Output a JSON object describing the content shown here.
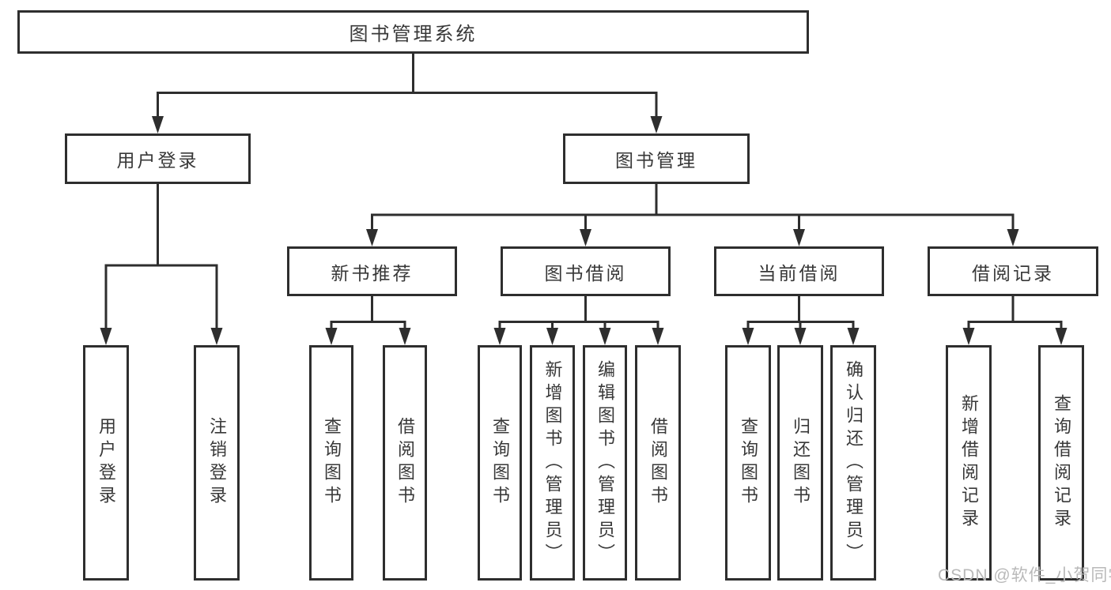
{
  "colors": {
    "line": "#2e2e2e",
    "text": "#383838",
    "background": "#ffffff",
    "watermark": "#b9b9b9"
  },
  "watermark": "CSDN @软件_小贺同学",
  "tree": {
    "root": {
      "label": "图书管理系统",
      "children": [
        {
          "label": "用户登录",
          "children": [
            {
              "label": "用户登录"
            },
            {
              "label": "注销登录"
            }
          ]
        },
        {
          "label": "图书管理",
          "children": [
            {
              "label": "新书推荐",
              "children": [
                {
                  "label": "查询图书"
                },
                {
                  "label": "借阅图书"
                }
              ]
            },
            {
              "label": "图书借阅",
              "children": [
                {
                  "label": "查询图书"
                },
                {
                  "label": "新增图书（管理员）"
                },
                {
                  "label": "编辑图书（管理员）"
                },
                {
                  "label": "借阅图书"
                }
              ]
            },
            {
              "label": "当前借阅",
              "children": [
                {
                  "label": "查询图书"
                },
                {
                  "label": "归还图书"
                },
                {
                  "label": "确认归还（管理员）"
                }
              ]
            },
            {
              "label": "借阅记录",
              "children": [
                {
                  "label": "新增借阅记录"
                },
                {
                  "label": "查询借阅记录"
                }
              ]
            }
          ]
        }
      ]
    }
  }
}
